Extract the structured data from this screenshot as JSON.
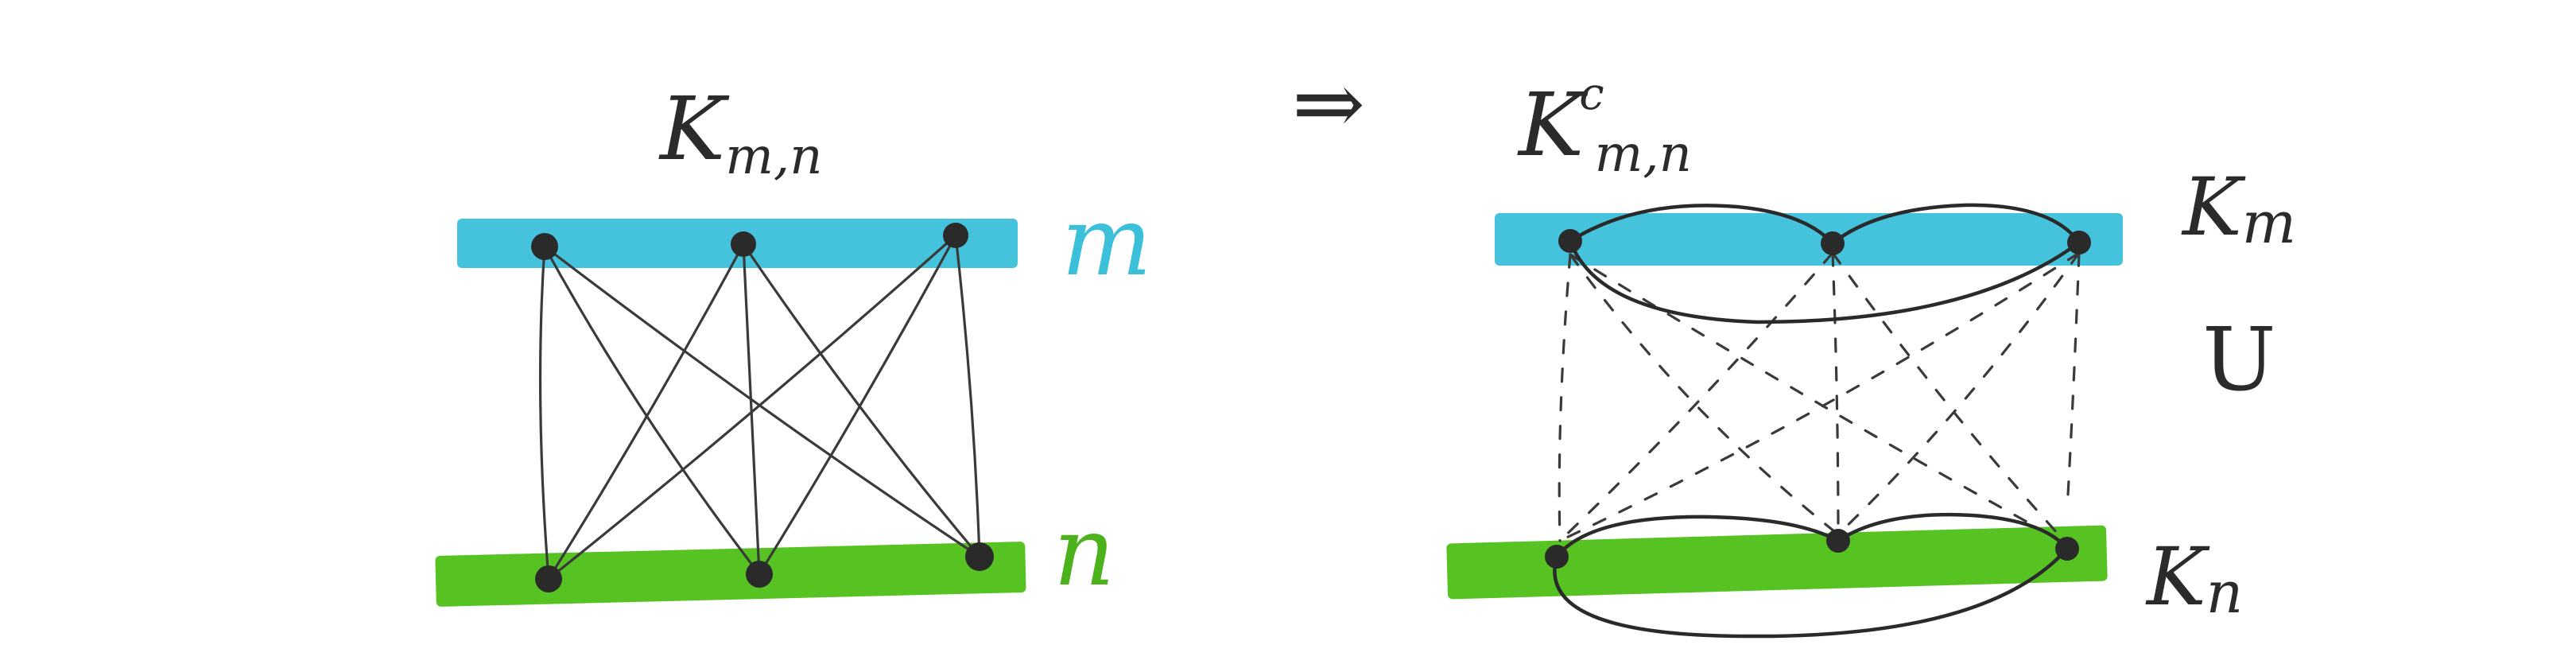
{
  "left": {
    "title": "K",
    "title_sub": "m,n",
    "label_top": "m",
    "label_bottom": "n"
  },
  "arrow": "⇒",
  "right": {
    "title": "K",
    "title_sup": "c",
    "title_sub": "m,n",
    "label_top_K": "K",
    "label_top_sub": "m",
    "label_union": "U",
    "label_bottom_K": "K",
    "label_bottom_sub": "n"
  },
  "colors": {
    "top_band": "#46c3dc",
    "bottom_band": "#57c323",
    "top_label": "#3cc0da",
    "bottom_label": "#4cb21c",
    "ink": "#2b2b2b"
  }
}
